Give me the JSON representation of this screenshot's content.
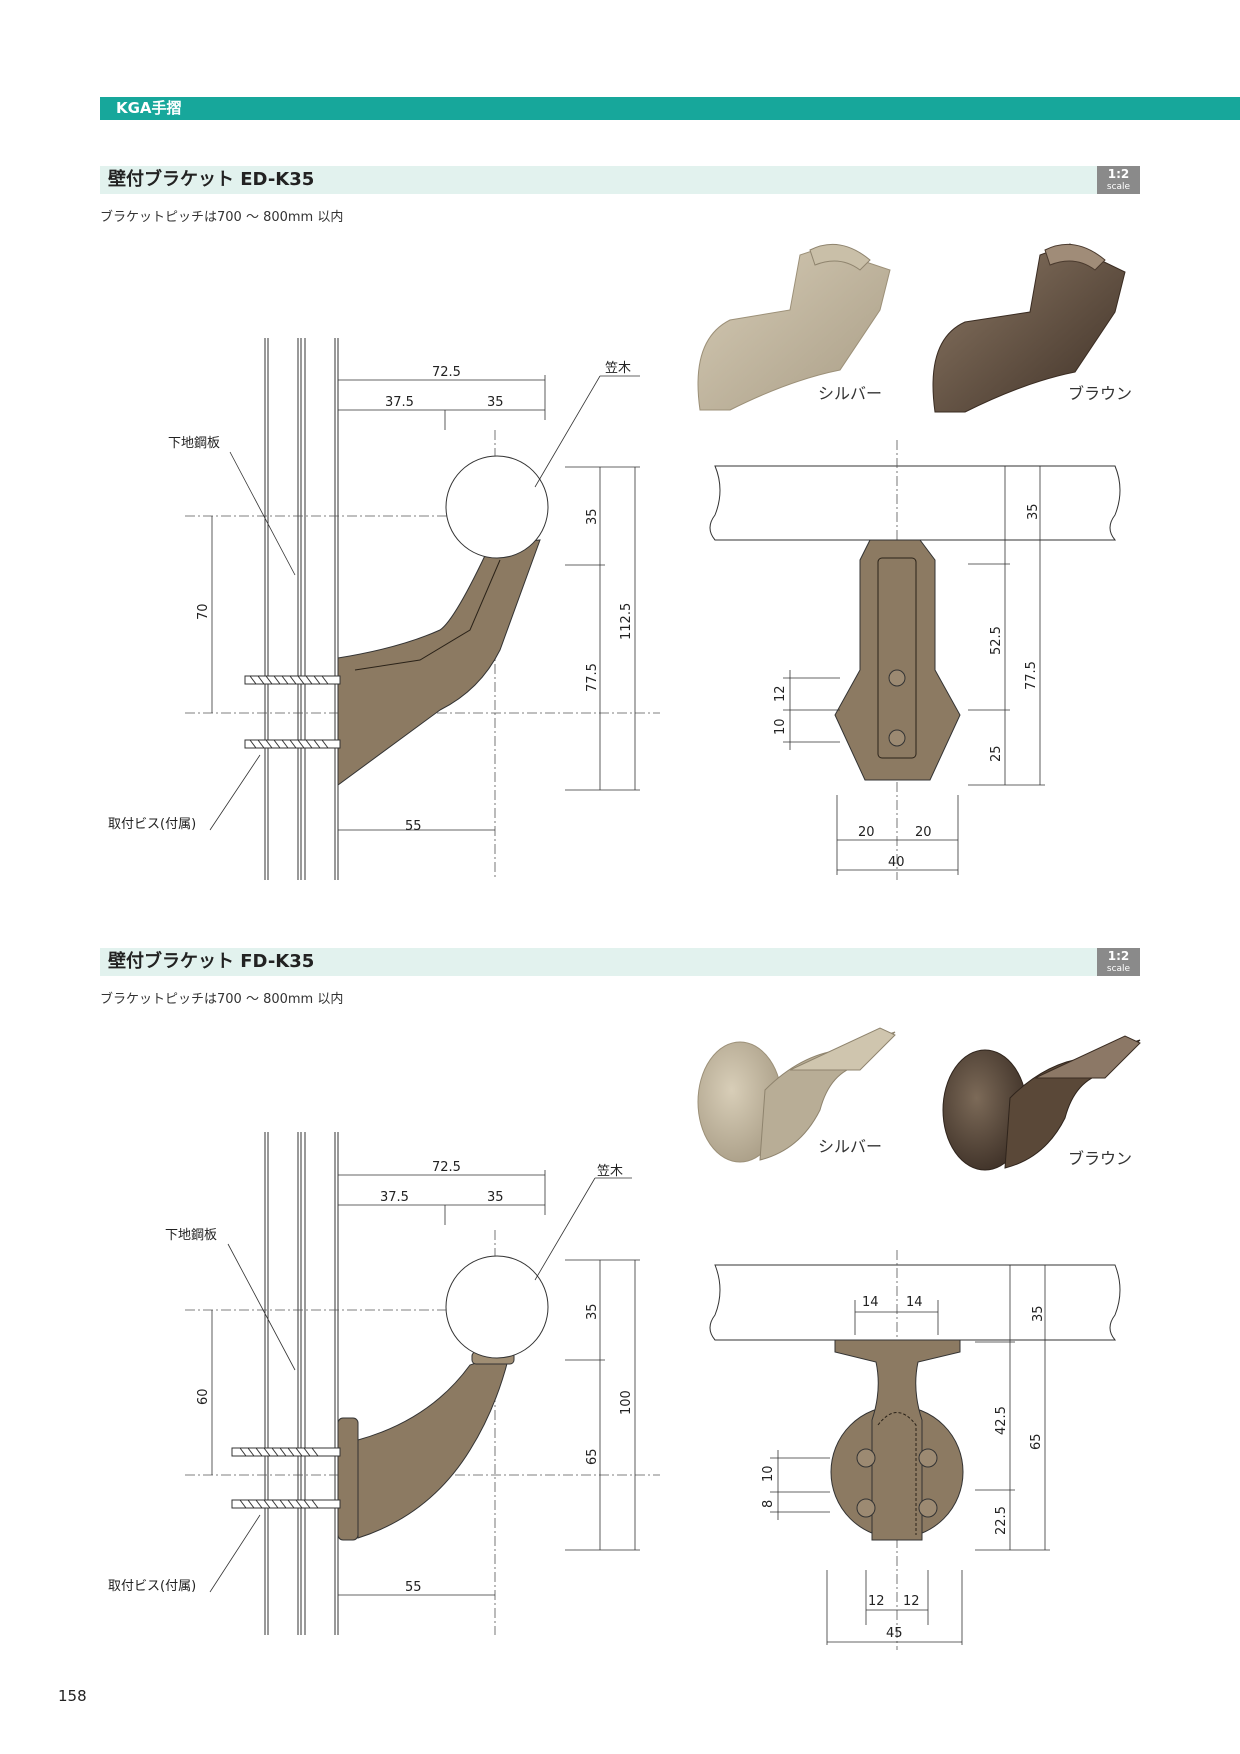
{
  "header": {
    "category": "KGA手摺"
  },
  "section1": {
    "title": "壁付ブラケット ED-K35",
    "scale_ratio": "1:2",
    "scale_word": "scale",
    "note": "ブラケットピッチは700 ～ 800mm 以内",
    "photos": {
      "silver": "シルバー",
      "brown": "ブラウン"
    },
    "side": {
      "d_top": "72.5",
      "d_a": "37.5",
      "d_b": "35",
      "label_handrail": "笠木",
      "label_plate": "下地鋼板",
      "label_screw": "取付ビス(付属)",
      "d_height": "70",
      "d_bottom": "55",
      "d_r35": "35",
      "d_r775": "77.5",
      "d_r1125": "112.5"
    },
    "front": {
      "d_35": "35",
      "d_525": "52.5",
      "d_775": "77.5",
      "d_25": "25",
      "d_12": "12",
      "d_10": "10",
      "d_20a": "20",
      "d_20b": "20",
      "d_40": "40"
    }
  },
  "section2": {
    "title": "壁付ブラケット FD-K35",
    "scale_ratio": "1:2",
    "scale_word": "scale",
    "note": "ブラケットピッチは700 ～ 800mm 以内",
    "photos": {
      "silver": "シルバー",
      "brown": "ブラウン"
    },
    "side": {
      "d_top": "72.5",
      "d_a": "37.5",
      "d_b": "35",
      "label_handrail": "笠木",
      "label_plate": "下地鋼板",
      "label_screw": "取付ビス(付属)",
      "d_height": "60",
      "d_bottom": "55",
      "d_r35": "35",
      "d_r65": "65",
      "d_r100": "100"
    },
    "front": {
      "d_14a": "14",
      "d_14b": "14",
      "d_35": "35",
      "d_425": "42.5",
      "d_65": "65",
      "d_225": "22.5",
      "d_10": "10",
      "d_8": "8",
      "d_12a": "12",
      "d_12b": "12",
      "d_45": "45"
    }
  },
  "footer": {
    "page_number": "158"
  },
  "colors": {
    "accent": "#17a79b",
    "section_bar": "#e2f2ee",
    "bronze": "#8c7a62",
    "silver": "#bdb29c",
    "brown": "#5a4838"
  }
}
